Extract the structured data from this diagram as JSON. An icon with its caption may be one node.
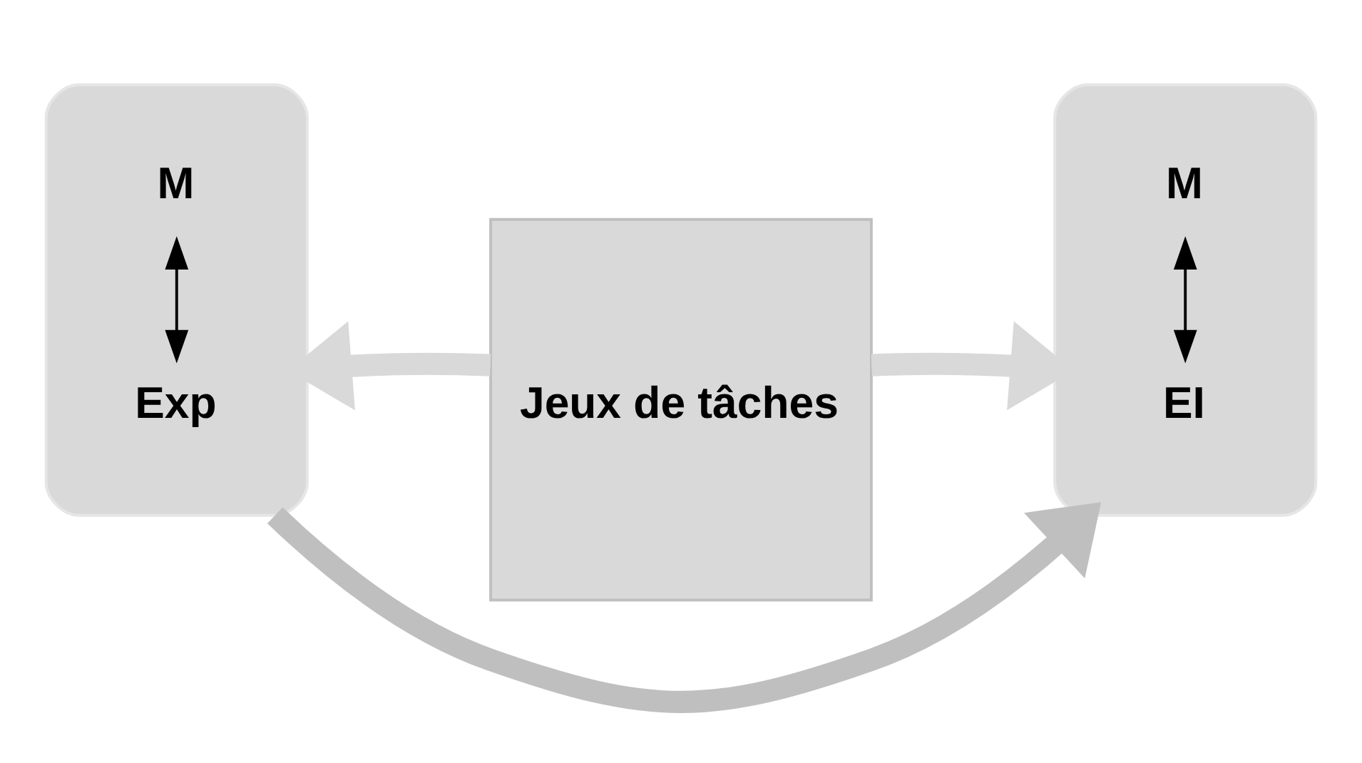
{
  "diagram": {
    "nodes": [
      {
        "text": [],
        "shape": "box"
      },
      {
        "text": [
          "Exp"
        ],
        "in": 0
      },
      {
        "text": [
          "M"
        ],
        "in": 0
      },
      {
        "text": [
          "Jeux de tâches"
        ]
      },
      {
        "text": [],
        "shape": "box"
      },
      {
        "text": [
          "EI"
        ],
        "in": 4
      },
      {
        "text": [
          "M"
        ],
        "in": 4
      }
    ],
    "edges": [
      {
        "from": 1,
        "to": 2,
        "arrow": "both"
      },
      {
        "from": 0,
        "to": 4,
        "arrow": "to",
        "color": "#bfbfbf"
      },
      {
        "from": 3,
        "to": 0,
        "arrow": "to",
        "color": "#d9d9d9"
      },
      {
        "from": 3,
        "to": 4,
        "arrow": "to",
        "color": "#d9d9d9"
      },
      {
        "from": 5,
        "to": 6,
        "arrow": "both"
      }
    ]
  }
}
